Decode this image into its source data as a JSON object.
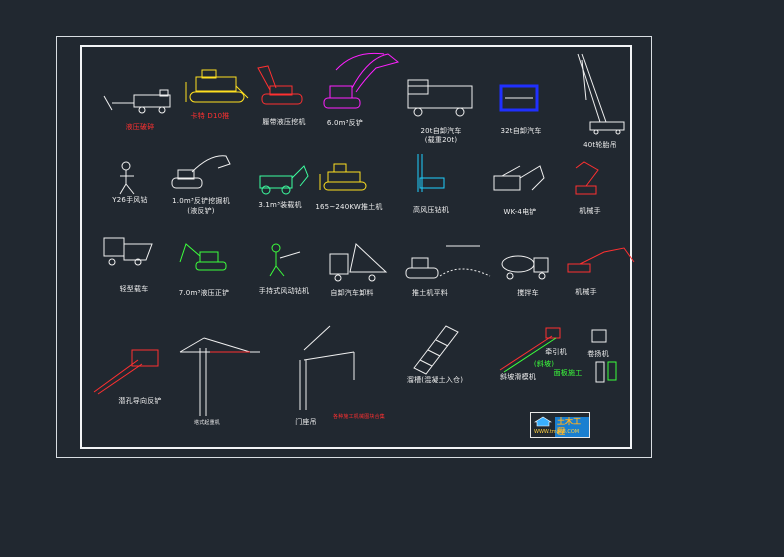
{
  "drawing": {
    "labels": [
      {
        "id": "l1",
        "text": "液压破碎",
        "color": "red"
      },
      {
        "id": "l2",
        "text": "卡特 D10推",
        "color": "red"
      },
      {
        "id": "l3",
        "text": "履带液压挖机",
        "color": "white"
      },
      {
        "id": "l4",
        "text": "6.0m³反铲",
        "color": "white"
      },
      {
        "id": "l5a",
        "text": "20t自卸汽车",
        "color": "white"
      },
      {
        "id": "l5b",
        "text": "(载重20t)",
        "color": "white"
      },
      {
        "id": "l6",
        "text": "32t自卸汽车",
        "color": "white"
      },
      {
        "id": "l7",
        "text": "40t轮胎吊",
        "color": "white"
      },
      {
        "id": "l8",
        "text": "Y26手风钻",
        "color": "white"
      },
      {
        "id": "l9a",
        "text": "1.0m³反铲挖掘机",
        "color": "white"
      },
      {
        "id": "l9b",
        "text": "(液反铲)",
        "color": "white"
      },
      {
        "id": "l10",
        "text": "3.1m³装载机",
        "color": "white"
      },
      {
        "id": "l11",
        "text": "165~240KW推土机",
        "color": "white"
      },
      {
        "id": "l12",
        "text": "高风压钻机",
        "color": "white"
      },
      {
        "id": "l13",
        "text": "WK-4电铲",
        "color": "white"
      },
      {
        "id": "l14",
        "text": "机械手",
        "color": "white"
      },
      {
        "id": "l15",
        "text": "轻型载车",
        "color": "white"
      },
      {
        "id": "l16",
        "text": "7.0m³液压正铲",
        "color": "white"
      },
      {
        "id": "l17",
        "text": "手持式风动钻机",
        "color": "white"
      },
      {
        "id": "l18",
        "text": "自卸汽车卸料",
        "color": "white"
      },
      {
        "id": "l19",
        "text": "推土机平料",
        "color": "white"
      },
      {
        "id": "l20",
        "text": "搅拌车",
        "color": "white"
      },
      {
        "id": "l21",
        "text": "机械手",
        "color": "white"
      },
      {
        "id": "l22",
        "text": "潜孔导向反铲",
        "color": "white"
      },
      {
        "id": "l23",
        "text": "塔式起重机",
        "color": "white"
      },
      {
        "id": "l24",
        "text": "门座吊",
        "color": "white"
      },
      {
        "id": "l25",
        "text": "各种施工机械图块合集",
        "color": "red"
      },
      {
        "id": "l26",
        "text": "溜槽(混凝土入仓)",
        "color": "white"
      },
      {
        "id": "l27",
        "text": "牵引机",
        "color": "white"
      },
      {
        "id": "l28",
        "text": "(斜坡)",
        "color": "green"
      },
      {
        "id": "l29",
        "text": "斜坡滑模机",
        "color": "white"
      },
      {
        "id": "l30",
        "text": "面板施工",
        "color": "green"
      },
      {
        "id": "l31",
        "text": "卷扬机",
        "color": "white"
      }
    ]
  },
  "stamp": {
    "name": "土木工程",
    "url": "WWW.tmgc8.COM"
  },
  "colors": {
    "background": "#212830",
    "white": "#f0f0f0",
    "red": "#ff3030",
    "green": "#3cff3c",
    "yellow": "#ffe020",
    "magenta": "#ff20ff",
    "blue": "#2030ff",
    "cyan": "#20d0ff"
  }
}
